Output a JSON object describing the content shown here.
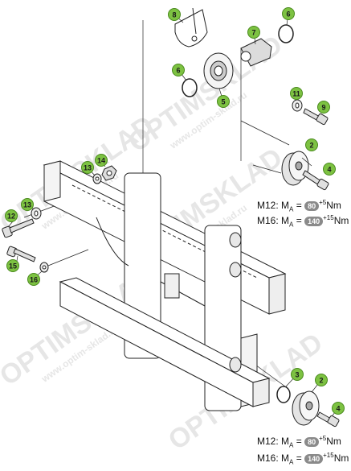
{
  "callouts": [
    {
      "n": "8",
      "part": "bracket"
    },
    {
      "n": "7",
      "part": "cam"
    },
    {
      "n": "6",
      "part": "snap-ring-top"
    },
    {
      "n": "6",
      "part": "snap-ring-left"
    },
    {
      "n": "5",
      "part": "bearing"
    },
    {
      "n": "11",
      "part": "washer-right"
    },
    {
      "n": "9",
      "part": "bolt-right"
    },
    {
      "n": "2",
      "part": "roller-top"
    },
    {
      "n": "4",
      "part": "bolt-roller-top"
    },
    {
      "n": "14",
      "part": "nut"
    },
    {
      "n": "13",
      "part": "washer-nut"
    },
    {
      "n": "13",
      "part": "washer-left"
    },
    {
      "n": "12",
      "part": "bolt-left"
    },
    {
      "n": "15",
      "part": "bolt-lower-left"
    },
    {
      "n": "16",
      "part": "washer-lower-left"
    },
    {
      "n": "3",
      "part": "ring-bottom"
    },
    {
      "n": "2",
      "part": "roller-bottom"
    },
    {
      "n": "4",
      "part": "bolt-roller-bottom"
    }
  ],
  "torque_top": {
    "m12_label": "M12:",
    "m12_sym": "M",
    "m12_sub": "A",
    "m12_eq": "=",
    "m12_val": "80",
    "m12_tol": "+5",
    "m12_unit": "Nm",
    "m16_label": "M16:",
    "m16_sym": "M",
    "m16_sub": "A",
    "m16_eq": "=",
    "m16_val": "140",
    "m16_tol": "+15",
    "m16_unit": "Nm"
  },
  "torque_bottom": {
    "m12_label": "M12:",
    "m12_sym": "M",
    "m12_sub": "A",
    "m12_eq": "=",
    "m12_val": "80",
    "m12_tol": "+5",
    "m12_unit": "Nm",
    "m16_label": "M16:",
    "m16_sym": "M",
    "m16_sub": "A",
    "m16_eq": "=",
    "m16_val": "140",
    "m16_tol": "+15",
    "m16_unit": "Nm"
  },
  "watermark": {
    "brand": "OPTIMSKLAD",
    "site": "www.optim-sklad.ru"
  },
  "colors": {
    "callout_fill": "#7dc242",
    "callout_stroke": "#4a8a1e",
    "line": "#222222",
    "watermark": "#c8c8c8"
  }
}
